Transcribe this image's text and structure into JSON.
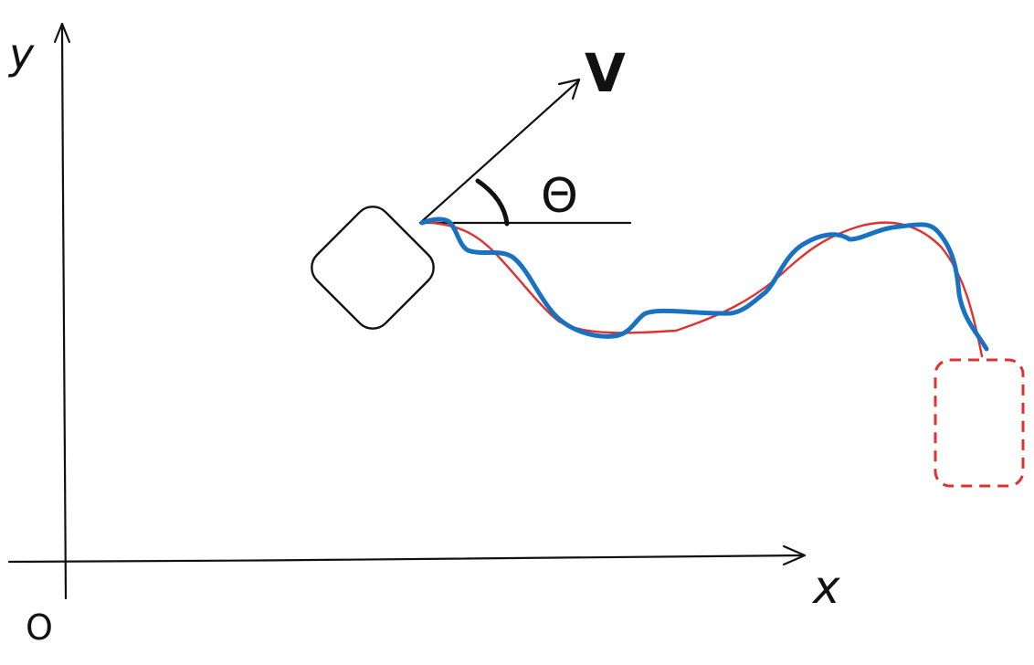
{
  "labels": {
    "y_axis": "y",
    "x_axis": "x",
    "origin": "O",
    "velocity": "V",
    "angle": "Θ"
  },
  "colors": {
    "ink": "#111111",
    "planned_path": "#e03131",
    "actual_path": "#1971c2",
    "target_box": "#e03131",
    "background": "#ffffff"
  }
}
